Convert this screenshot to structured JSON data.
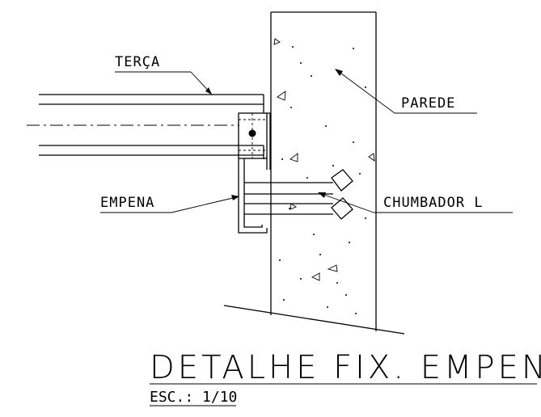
{
  "labels": {
    "terca": "TERÇA",
    "parede": "PAREDE",
    "empena": "EMPENA",
    "chumbador": "CHUMBADOR L"
  },
  "title": {
    "main": "DETALHE FIX. EMPENA",
    "scale": "ESC.: 1/10"
  }
}
